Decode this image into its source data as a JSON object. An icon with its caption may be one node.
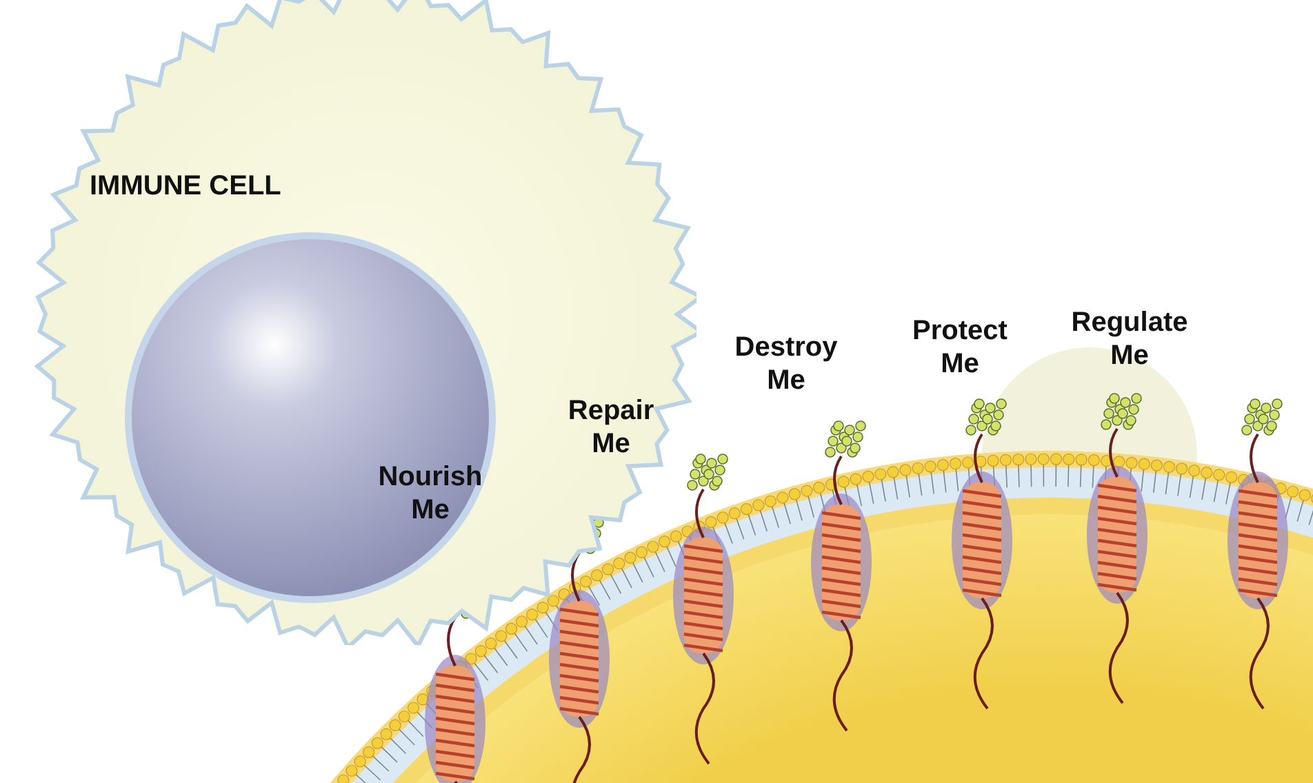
{
  "diagram": {
    "nodes": [
      {
        "text": [
          "IMMUNE CELL"
        ]
      }
    ],
    "labels": [
      "Nourish Me",
      "Repair Me",
      "Destroy Me",
      "Protect Me",
      "Regulate Me"
    ]
  }
}
